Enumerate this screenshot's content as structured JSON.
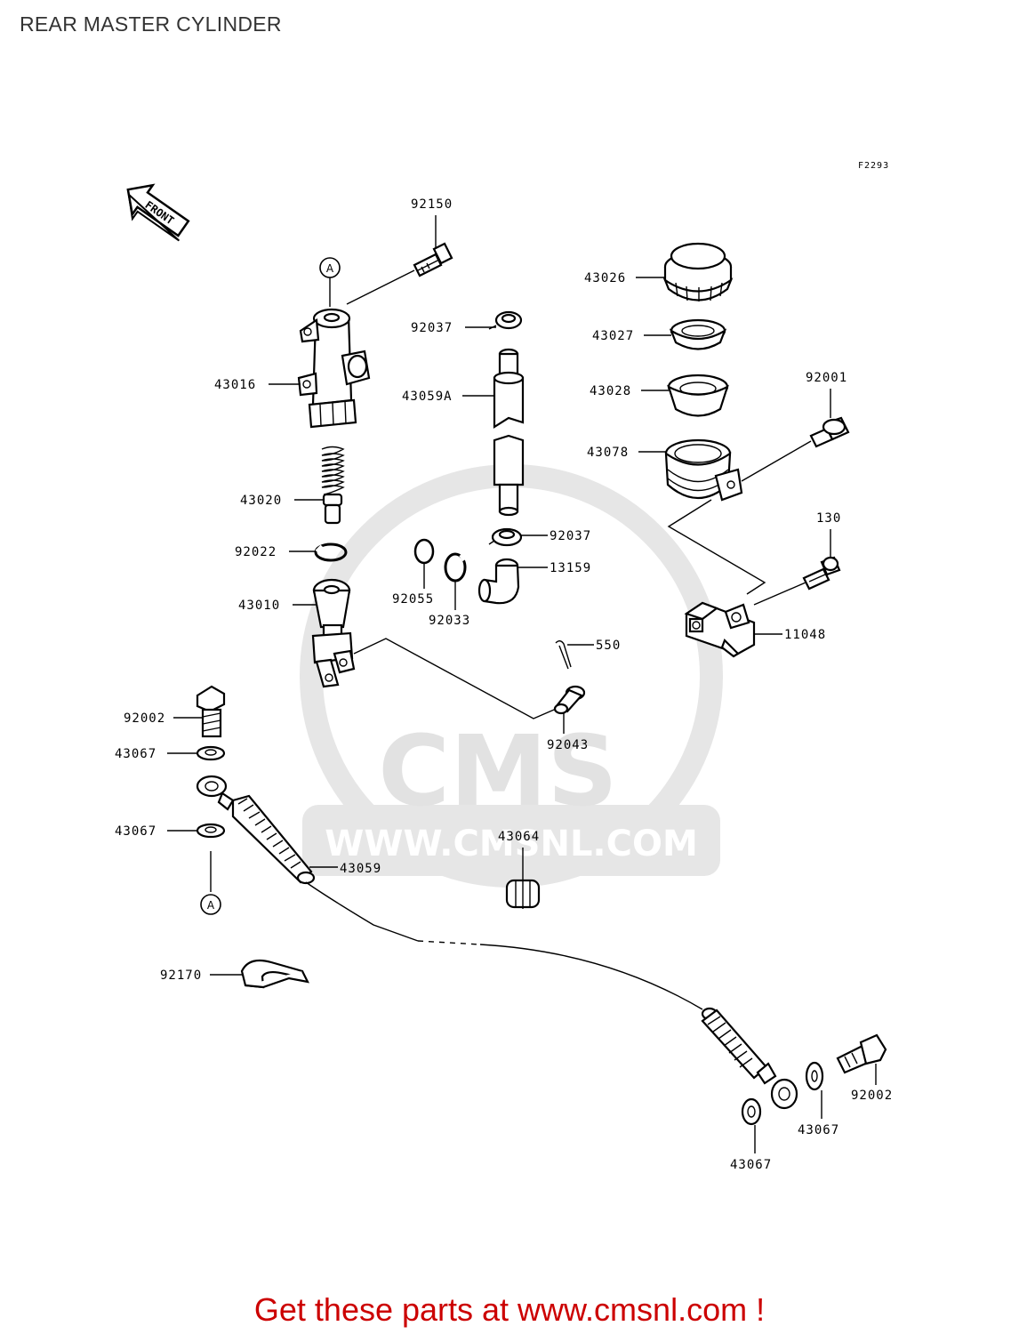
{
  "page": {
    "title": "REAR MASTER CYLINDER",
    "figure_code": "F2293",
    "front_label": "FRONT",
    "ref_marker": "A",
    "footer": "Get these parts at www.cmsnl.com !",
    "watermark_logo_text": "CMS",
    "watermark_url": "WWW.CMSNL.COM",
    "colors": {
      "footer": "#cc0000",
      "title": "#333333",
      "watermark": "#e2e2e2"
    }
  },
  "parts": [
    {
      "id": "p-92150",
      "number": "92150"
    },
    {
      "id": "p-43016",
      "number": "43016"
    },
    {
      "id": "p-43020",
      "number": "43020"
    },
    {
      "id": "p-92022",
      "number": "92022"
    },
    {
      "id": "p-43010",
      "number": "43010"
    },
    {
      "id": "p-92037a",
      "number": "92037"
    },
    {
      "id": "p-43059a",
      "number": "43059A"
    },
    {
      "id": "p-92037b",
      "number": "92037"
    },
    {
      "id": "p-13159",
      "number": "13159"
    },
    {
      "id": "p-92055",
      "number": "92055"
    },
    {
      "id": "p-92033",
      "number": "92033"
    },
    {
      "id": "p-550",
      "number": "550"
    },
    {
      "id": "p-92043",
      "number": "92043"
    },
    {
      "id": "p-43026",
      "number": "43026"
    },
    {
      "id": "p-43027",
      "number": "43027"
    },
    {
      "id": "p-43028",
      "number": "43028"
    },
    {
      "id": "p-43078",
      "number": "43078"
    },
    {
      "id": "p-92001",
      "number": "92001"
    },
    {
      "id": "p-130",
      "number": "130"
    },
    {
      "id": "p-11048",
      "number": "11048"
    },
    {
      "id": "p-92002a",
      "number": "92002"
    },
    {
      "id": "p-43067a",
      "number": "43067"
    },
    {
      "id": "p-43067b",
      "number": "43067"
    },
    {
      "id": "p-43059",
      "number": "43059"
    },
    {
      "id": "p-43064",
      "number": "43064"
    },
    {
      "id": "p-92170",
      "number": "92170"
    },
    {
      "id": "p-92002b",
      "number": "92002"
    },
    {
      "id": "p-43067c",
      "number": "43067"
    },
    {
      "id": "p-43067d",
      "number": "43067"
    }
  ]
}
